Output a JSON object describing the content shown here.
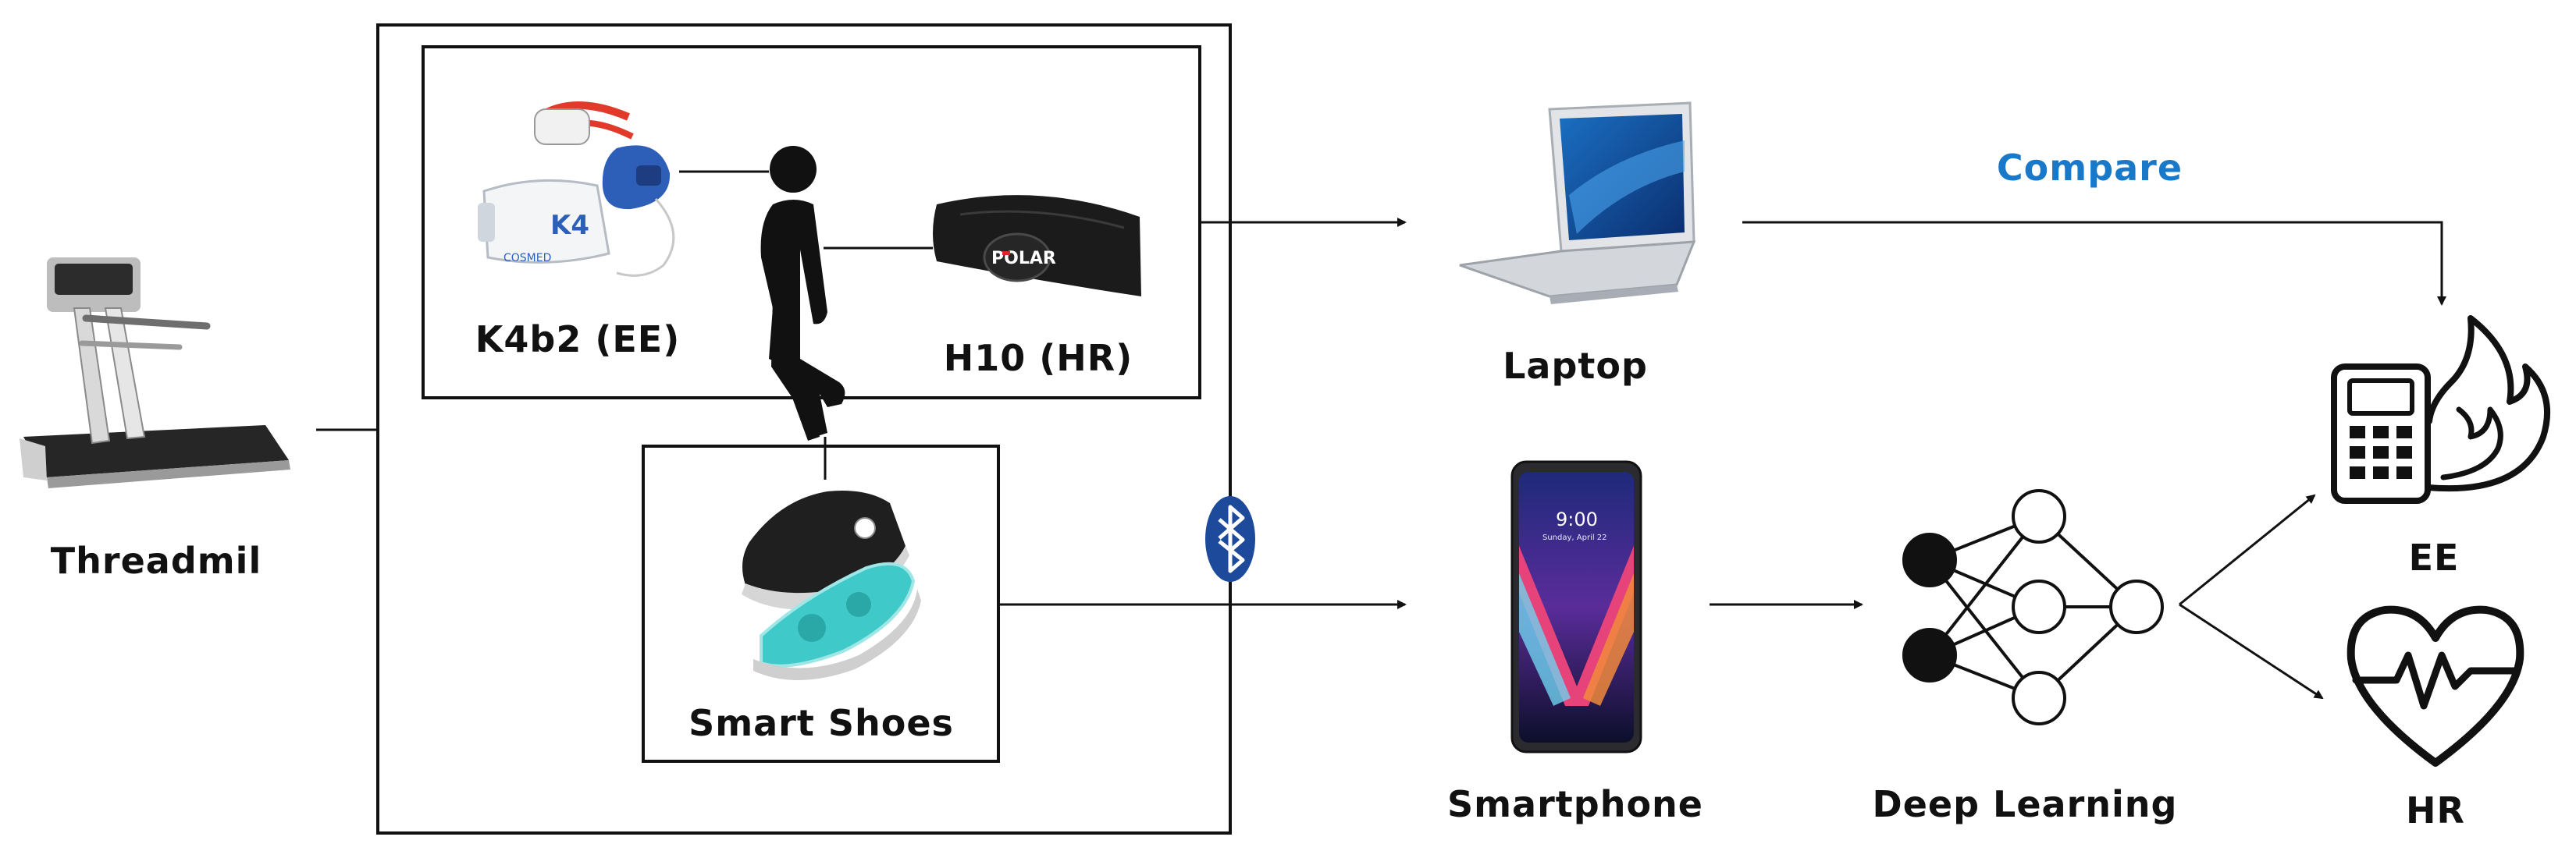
{
  "labels": {
    "treadmill": "Threadmil",
    "k4b2": "K4b2 (EE)",
    "h10": "H10 (HR)",
    "smart_shoes": "Smart Shoes",
    "laptop": "Laptop",
    "smartphone": "Smartphone",
    "deep_learning": "Deep Learning",
    "compare": "Compare",
    "ee": "EE",
    "hr": "HR"
  },
  "device_text": {
    "k4b2_brand": "K4",
    "k4b2_logo": "COSMED",
    "polar_logo": "POLAR",
    "phone_time": "9:00",
    "phone_date": "Sunday, April 22"
  },
  "colors": {
    "compare_text": "#1a78c8",
    "bluetooth": "#1e4a9c",
    "polar_red": "#d8262a",
    "shoe_insole": "#3fc9c9",
    "mask_red": "#e23a2a",
    "mask_blue": "#2d5fb8"
  },
  "icons": [
    "treadmill-icon",
    "k4b2-device-icon",
    "walking-person-icon",
    "polar-strap-icon",
    "smart-shoes-icon",
    "bluetooth-icon",
    "laptop-icon",
    "smartphone-icon",
    "neural-network-icon",
    "calculator-icon",
    "fire-icon",
    "heart-rate-icon"
  ]
}
